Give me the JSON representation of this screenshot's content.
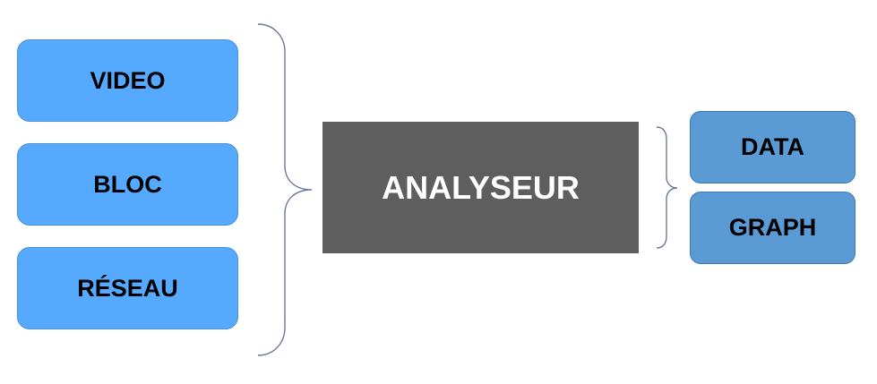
{
  "inputs": {
    "video": "VIDEO",
    "bloc": "BLOC",
    "reseau": "RÉSEAU"
  },
  "center": {
    "label": "ANALYSEUR"
  },
  "outputs": {
    "data": "DATA",
    "graph": "GRAPH"
  },
  "colors": {
    "input_fill": "#55aaff",
    "center_fill": "#5e5e5e",
    "center_text": "#ffffff",
    "output_fill": "#5b9bd5",
    "brace": "#6a7a96"
  }
}
